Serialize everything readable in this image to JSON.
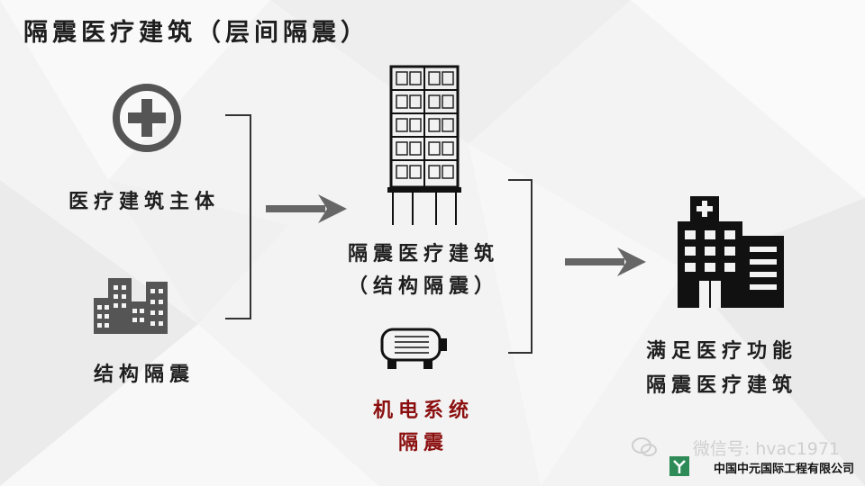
{
  "title": "隔震医疗建筑（层间隔震）",
  "left": {
    "medical_body_label": "医疗建筑主体",
    "structural_isolation_label": "结构隔震"
  },
  "middle": {
    "building_label_line1": "隔震医疗建筑",
    "building_label_line2": "（结构隔震）",
    "mep_label_line1": "机电系统",
    "mep_label_line2": "隔震"
  },
  "right": {
    "result_line1": "满足医疗功能",
    "result_line2": "隔震医疗建筑"
  },
  "watermark": "微信号: hvac1971",
  "company": "中国中元国际工程有限公司",
  "colors": {
    "icon": "#555555",
    "arrow": "#666666",
    "mep_text": "#8b0f0f",
    "text": "#1e1e1e"
  }
}
